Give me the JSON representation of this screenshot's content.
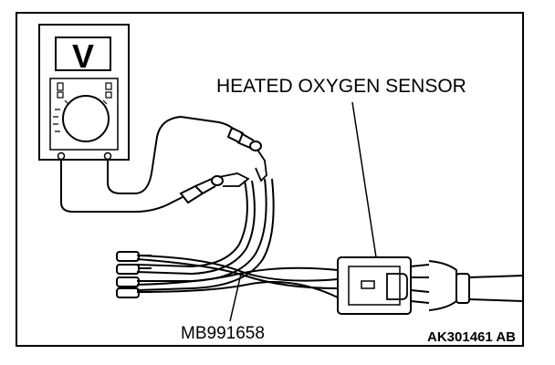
{
  "labels": {
    "sensor": "HEATED OXYGEN SENSOR",
    "tool": "MB991658",
    "figure_ref": "AK301461 AB"
  },
  "meter": {
    "display_symbol": "V"
  },
  "colors": {
    "line": "#000000",
    "background": "#ffffff"
  }
}
